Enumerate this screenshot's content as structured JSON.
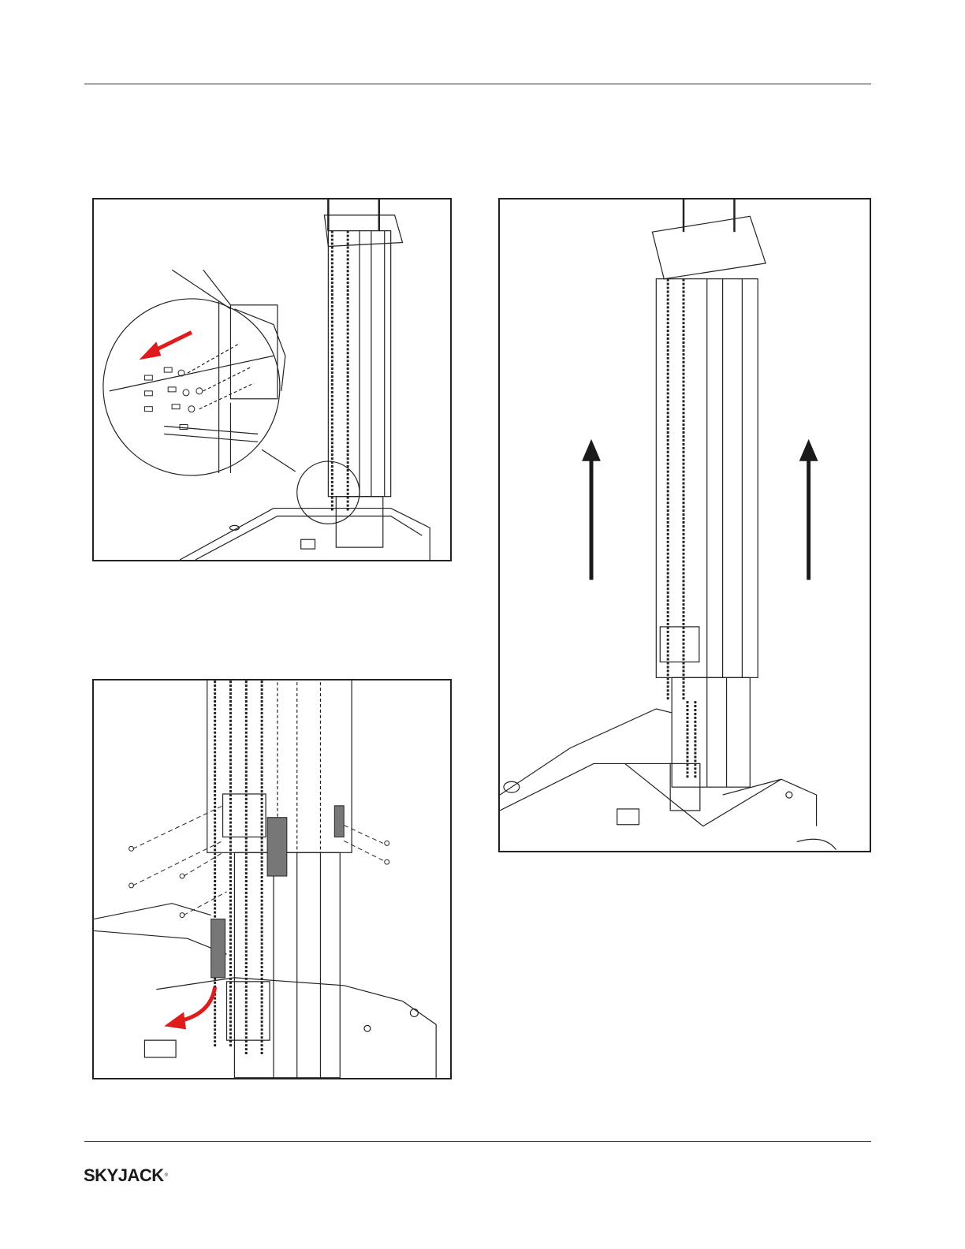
{
  "brand": {
    "logo_text": "SKYJACK",
    "logo_mark": "®"
  },
  "figures": [
    {
      "id": "fig1",
      "content": "mast-lower-bracket-bolt-removal-with-detail-circle",
      "arrow": "red-left"
    },
    {
      "id": "fig2",
      "content": "mast-chain-bracket-removal",
      "arrow": "red-curved-down-left"
    },
    {
      "id": "fig3",
      "content": "mast-section-lift",
      "arrow": "black-up-pair"
    }
  ],
  "colors": {
    "line": "#222222",
    "arrow_red": "#e11b1b",
    "arrow_black": "#1a1a1a",
    "part_gray": "#777777"
  }
}
